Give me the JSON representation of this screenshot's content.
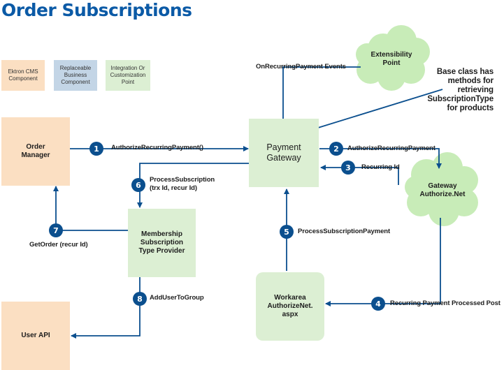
{
  "title": "Order Subscriptions",
  "legend": {
    "ektron": "Ektron CMS\nComponent",
    "replaceable": "Replaceable\nBusiness\nComponent",
    "integration": "Integration Or\nCustomization\nPoint"
  },
  "nodes": {
    "order_manager": "Order\nManager",
    "payment_gateway": "Payment\nGateway",
    "membership_provider": "Membership\nSubscription\nType Provider",
    "user_api": "User API",
    "workarea": "Workarea\nAuthorizeNet.\naspx",
    "extensibility_point": "Extensibility\nPoint",
    "gateway_authorize": "Gateway\nAuthorize.Net"
  },
  "labels": {
    "on_recurring_events": "OnRecurringPayment Events",
    "base_class_note": "Base class has\nmethods for\nretrieving\nSubscriptionType\nfor products"
  },
  "steps": [
    {
      "num": "1",
      "label": "AuthorizeRecurringPayment()"
    },
    {
      "num": "2",
      "label": "AuthorizeRecurringPayment"
    },
    {
      "num": "3",
      "label": "Recurring Id"
    },
    {
      "num": "4",
      "label": "Recurring Payment Processed Post"
    },
    {
      "num": "5",
      "label": "ProcessSubscriptionPayment"
    },
    {
      "num": "6",
      "label": "ProcessSubscription\n(trx Id, recur Id)"
    },
    {
      "num": "7",
      "label": "GetOrder (recur Id)"
    },
    {
      "num": "8",
      "label": "AddUserToGroup"
    }
  ],
  "colors": {
    "title": "#0b5aa6",
    "ektron": "#fbdfc2",
    "replaceable": "#c3d5e6",
    "integration": "#dcefd3",
    "cloud": "#c8ecb8",
    "line": "#0b4f8e",
    "badge": "#0b4f8e"
  }
}
